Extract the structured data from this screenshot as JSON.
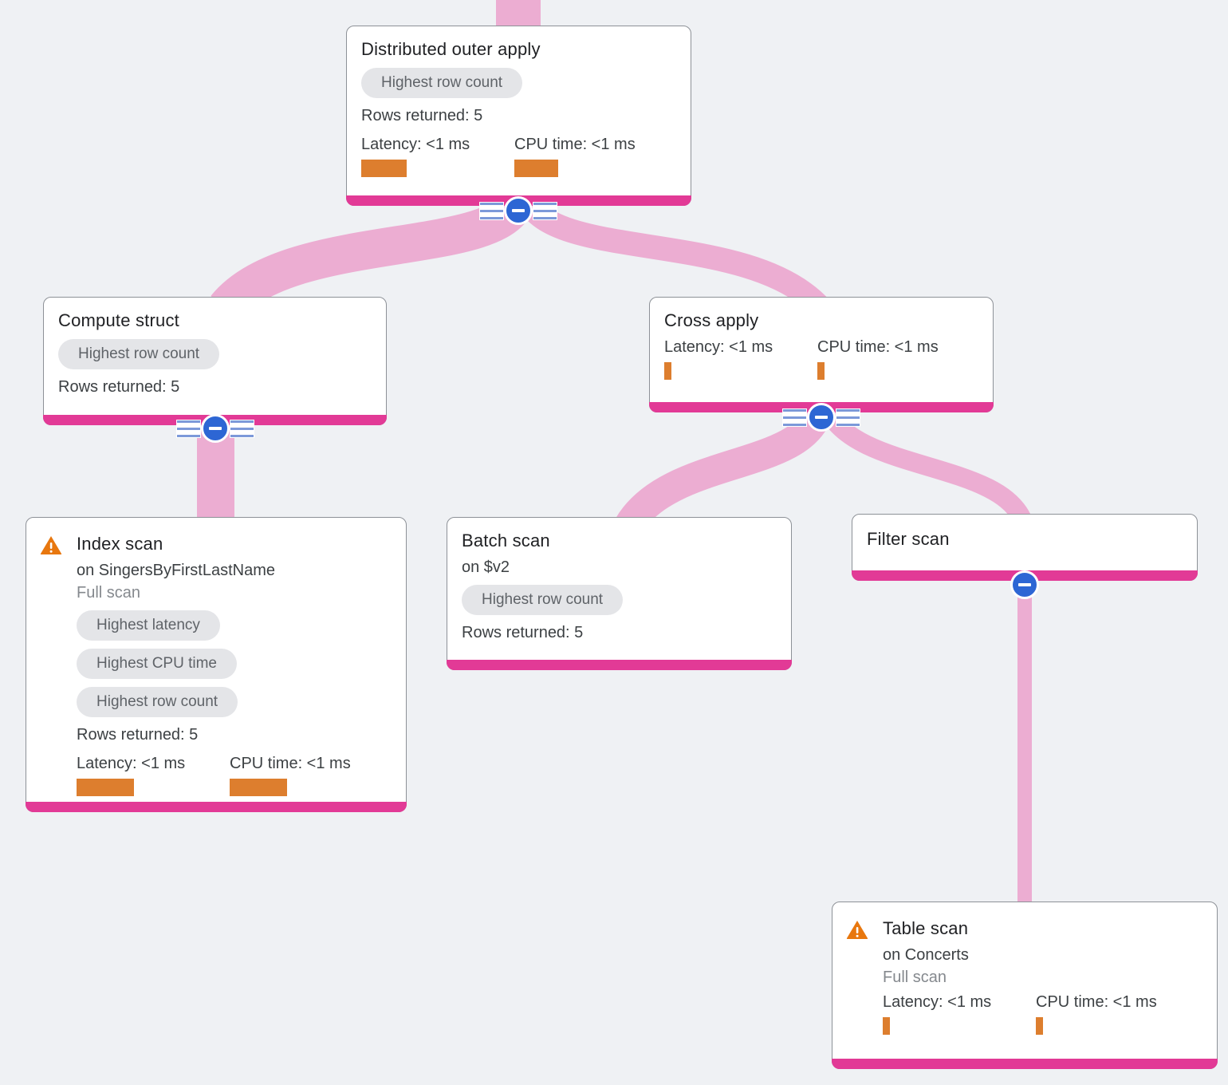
{
  "diagram": {
    "description": "Query execution plan tree",
    "colors": {
      "background": "#eff1f4",
      "edge_pink": "#ecadd2",
      "node_bottom_bar": "#e23a96",
      "metric_bar_orange": "#dd7e2e",
      "warning_orange": "#e8770e",
      "collapse_button_blue": "#2d66d4",
      "badge_background": "#e4e5e8",
      "badge_text": "#5f6368"
    },
    "nodes": [
      {
        "title": "Distributed outer apply",
        "badges": [
          "Highest row count"
        ],
        "rows_returned": "Rows returned: 5",
        "metrics": [
          {
            "label": "Latency: <1 ms",
            "bar": "width:57px"
          },
          {
            "label": "CPU time: <1 ms",
            "bar": "width:55px"
          }
        ]
      },
      {
        "title": "Compute struct",
        "badges": [
          "Highest row count"
        ],
        "rows_returned": "Rows returned: 5"
      },
      {
        "title": "Cross apply",
        "metrics": [
          {
            "label": "Latency: <1 ms",
            "bar": "width:9px"
          },
          {
            "label": "CPU time: <1 ms",
            "bar": "width:9px"
          }
        ]
      },
      {
        "title": "Index scan",
        "warning": true,
        "subtitle": "on SingersByFirstLastName",
        "scan_type": "Full scan",
        "badges": [
          "Highest latency",
          "Highest CPU time",
          "Highest row count"
        ],
        "rows_returned": "Rows returned: 5",
        "metrics": [
          {
            "label": "Latency: <1 ms",
            "bar": "width:72px"
          },
          {
            "label": "CPU time: <1 ms",
            "bar": "width:72px"
          }
        ]
      },
      {
        "title": "Batch scan",
        "subtitle": "on $v2",
        "badges": [
          "Highest row count"
        ],
        "rows_returned": "Rows returned: 5"
      },
      {
        "title": "Filter scan"
      },
      {
        "title": "Table scan",
        "warning": true,
        "subtitle": "on Concerts",
        "scan_type": "Full scan",
        "metrics": [
          {
            "label": "Latency: <1 ms",
            "bar": "width:9px"
          },
          {
            "label": "CPU time: <1 ms",
            "bar": "width:9px"
          }
        ]
      }
    ]
  }
}
